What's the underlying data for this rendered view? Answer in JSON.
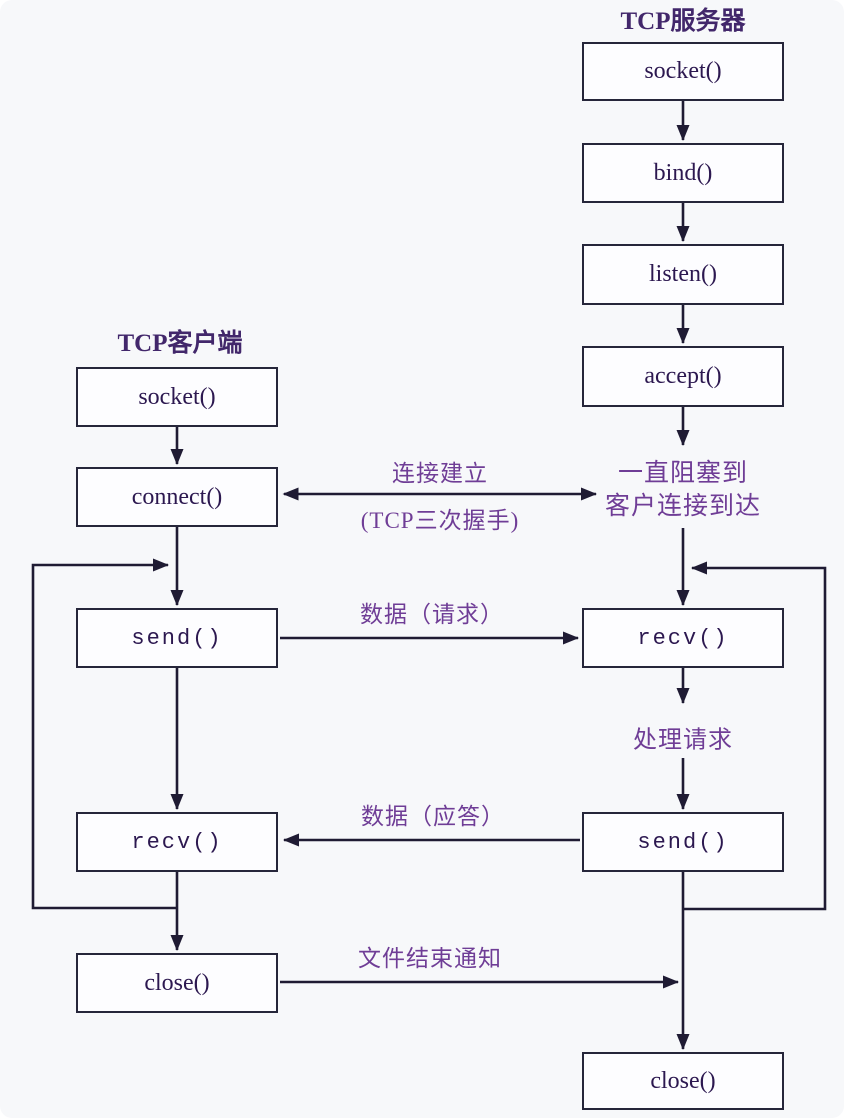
{
  "diagram": {
    "client": {
      "title": "TCP客户端",
      "nodes": [
        {
          "id": "socket",
          "label": "socket()"
        },
        {
          "id": "connect",
          "label": "connect()"
        },
        {
          "id": "send",
          "label": "send()"
        },
        {
          "id": "recv",
          "label": "recv()"
        },
        {
          "id": "close",
          "label": "close()"
        }
      ]
    },
    "server": {
      "title": "TCP服务器",
      "nodes": [
        {
          "id": "socket",
          "label": "socket()"
        },
        {
          "id": "bind",
          "label": "bind()"
        },
        {
          "id": "listen",
          "label": "listen()"
        },
        {
          "id": "accept",
          "label": "accept()"
        },
        {
          "id": "recv",
          "label": "recv()"
        },
        {
          "id": "send",
          "label": "send()"
        },
        {
          "id": "close",
          "label": "close()"
        }
      ],
      "blocking_note_line1": "一直阻塞到",
      "blocking_note_line2": "客户连接到达",
      "process_note": "处理请求"
    },
    "edges": {
      "connection_label_top": "连接建立",
      "connection_label_bottom": "(TCP三次握手)",
      "data_request_label": "数据（请求）",
      "data_reply_label": "数据（应答）",
      "eof_label": "文件结束通知"
    },
    "colors": {
      "background": "#f7f8fa",
      "box_border": "#26263a",
      "box_text": "#2c1850",
      "line": "#1f1b33",
      "label_purple": "#6f3d96",
      "title_purple": "#42276b"
    }
  }
}
